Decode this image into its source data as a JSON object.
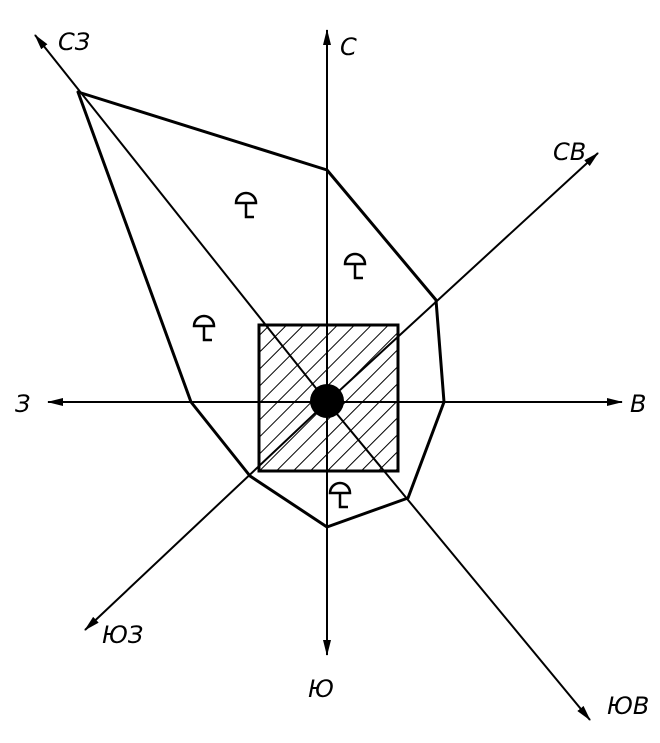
{
  "directions": {
    "north": "С",
    "south": "Ю",
    "east": "В",
    "west": "З",
    "northeast": "СВ",
    "northwest": "СЗ",
    "southeast": "ЮВ",
    "southwest": "ЮЗ"
  },
  "colors": {
    "ink": "#000000",
    "background": "#ffffff"
  },
  "icons": {
    "marker": "tree-symbol-icon",
    "center": "center-dot-icon"
  }
}
